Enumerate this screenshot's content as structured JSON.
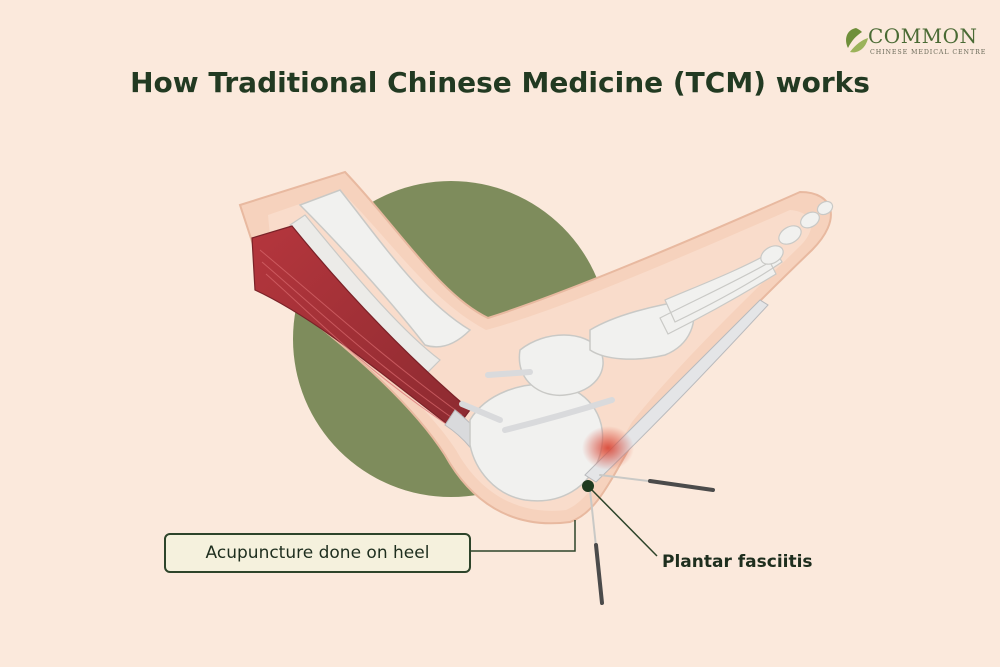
{
  "logo": {
    "brand": "COMMON",
    "subtitle": "CHINESE MEDICAL CENTRE",
    "color": "#4a6a34"
  },
  "title": "How Traditional Chinese Medicine (TCM) works",
  "labels": {
    "acupuncture": "Acupuncture done on heel",
    "condition": "Plantar fasciitis"
  },
  "colors": {
    "background": "#fbe9dc",
    "circle": "#7e8c5c",
    "skin": "#f6d2bd",
    "bone": "#f1f1ef",
    "muscle": "#a8323a",
    "tendon": "#d9dadc",
    "inflammation": "#d94a3a",
    "line": "#2d442a"
  }
}
